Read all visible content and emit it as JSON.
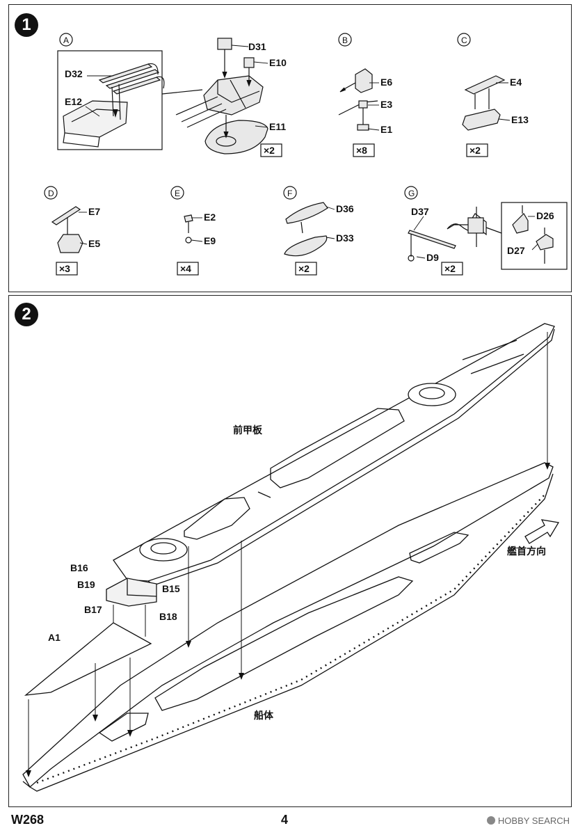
{
  "footer": {
    "code": "W268",
    "page": "4",
    "watermark": "HOBBY SEARCH"
  },
  "step1": {
    "number": "1",
    "sub": {
      "A": {
        "letter": "A",
        "qty": "×2",
        "labels": [
          "D31",
          "D32",
          "E10",
          "E12",
          "E11"
        ]
      },
      "B": {
        "letter": "B",
        "qty": "×8",
        "labels": [
          "E6",
          "E3",
          "E1"
        ]
      },
      "C": {
        "letter": "C",
        "qty": "×2",
        "labels": [
          "E4",
          "E13"
        ]
      },
      "D": {
        "letter": "D",
        "qty": "×3",
        "labels": [
          "E7",
          "E5"
        ]
      },
      "E": {
        "letter": "E",
        "qty": "×4",
        "labels": [
          "E2",
          "E9"
        ]
      },
      "F": {
        "letter": "F",
        "qty": "×2",
        "labels": [
          "D36",
          "D33"
        ]
      },
      "G": {
        "letter": "G",
        "qty": "×2",
        "labels": [
          "D37",
          "D9",
          "D26",
          "D27"
        ]
      }
    }
  },
  "step2": {
    "number": "2",
    "labels": {
      "foredeck": "前甲板",
      "hull": "船体",
      "bow_direction": "艦首方向",
      "b16": "B16",
      "b19": "B19",
      "b15": "B15",
      "b17": "B17",
      "b18": "B18",
      "a1": "A1"
    }
  },
  "colors": {
    "line": "#111111",
    "part_fill": "#e8e8e8",
    "background": "#ffffff"
  },
  "icons": [
    "step-number-badge",
    "bow-direction-arrow",
    "hobby-search-logo-icon"
  ]
}
